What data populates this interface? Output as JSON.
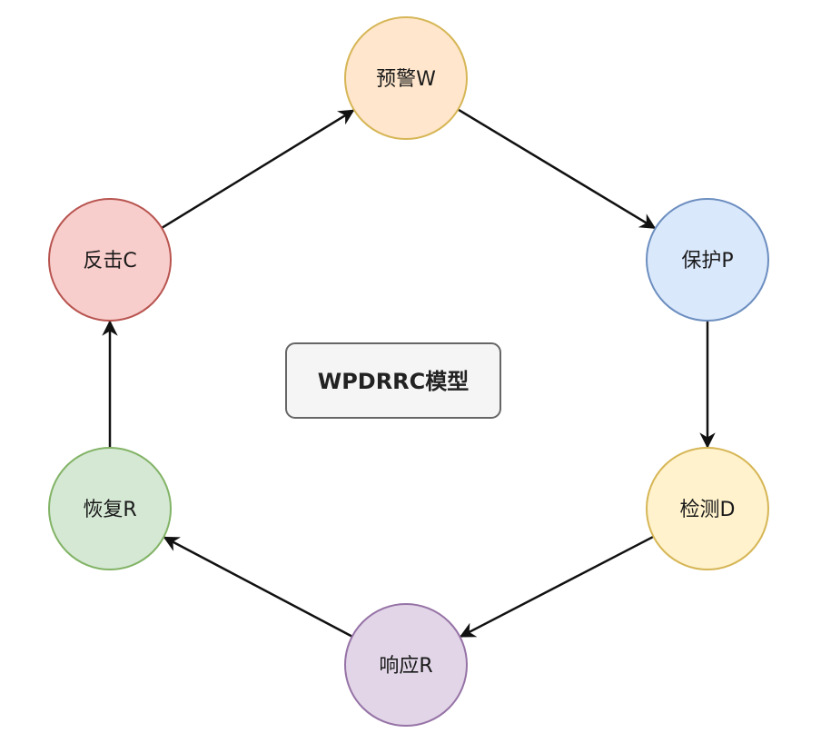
{
  "diagram": {
    "title": "WPDRRC模型",
    "title_box": {
      "fill": "#f5f5f5",
      "stroke": "#666666"
    },
    "edge_color": "#111111",
    "nodes": [
      {
        "id": "warning",
        "label": "预警W",
        "fill": "#ffe6cc",
        "stroke": "#d6b656"
      },
      {
        "id": "protection",
        "label": "保护P",
        "fill": "#dae8fc",
        "stroke": "#6c8ebf"
      },
      {
        "id": "detection",
        "label": "检测D",
        "fill": "#fff2cc",
        "stroke": "#d6b656"
      },
      {
        "id": "response",
        "label": "响应R",
        "fill": "#e1d5e7",
        "stroke": "#9673a6"
      },
      {
        "id": "recovery",
        "label": "恢复R",
        "fill": "#d5e8d4",
        "stroke": "#82b366"
      },
      {
        "id": "counter",
        "label": "反击C",
        "fill": "#f8cecc",
        "stroke": "#b85450"
      }
    ],
    "edges": [
      {
        "from": "counter",
        "to": "warning"
      },
      {
        "from": "warning",
        "to": "protection"
      },
      {
        "from": "protection",
        "to": "detection"
      },
      {
        "from": "detection",
        "to": "response"
      },
      {
        "from": "response",
        "to": "recovery"
      },
      {
        "from": "recovery",
        "to": "counter"
      }
    ]
  }
}
